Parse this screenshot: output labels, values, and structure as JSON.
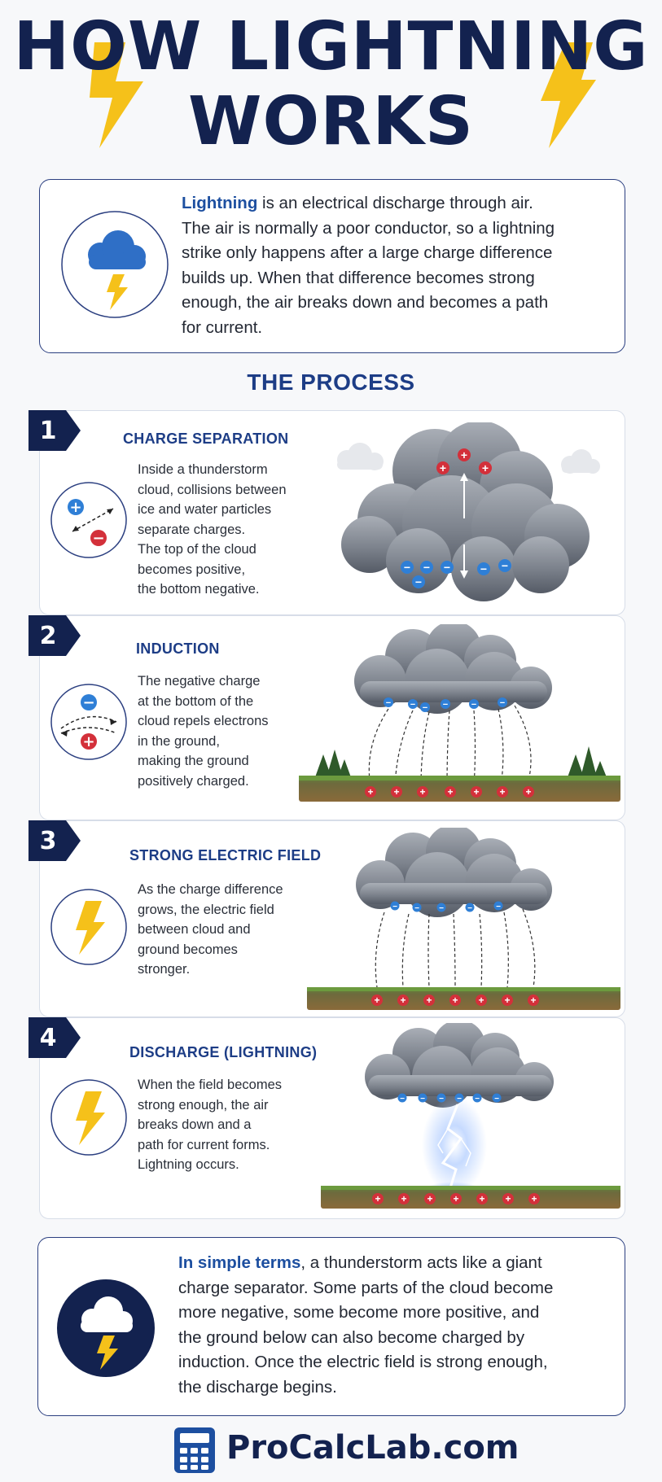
{
  "title": {
    "line1": "HOW LIGHTNING",
    "line2": "WORKS"
  },
  "intro": {
    "lead": "Lightning",
    "lines": [
      " is an electrical discharge through air.",
      "The air is normally a poor conductor, so a lightning",
      "strike only happens after a large charge difference",
      "builds up. When that difference becomes strong",
      "enough, the air breaks down and becomes a path",
      "for current."
    ]
  },
  "process_title": "THE PROCESS",
  "steps": [
    {
      "number": "1",
      "heading": "CHARGE SEPARATION",
      "lines": [
        "Inside a thunderstorm",
        "cloud, collisions between",
        "ice and water particles",
        "separate charges.",
        "The top of the cloud",
        "becomes positive,",
        "the bottom negative."
      ]
    },
    {
      "number": "2",
      "heading": "INDUCTION",
      "lines": [
        "The negative charge",
        "at the bottom of the",
        "cloud repels electrons",
        "in the ground,",
        "making the ground",
        "positively charged."
      ]
    },
    {
      "number": "3",
      "heading": "STRONG ELECTRIC FIELD",
      "lines": [
        "As the charge difference",
        "grows, the electric field",
        "between cloud and",
        "ground becomes",
        "stronger."
      ]
    },
    {
      "number": "4",
      "heading": "DISCHARGE (LIGHTNING)",
      "lines": [
        "When the field becomes",
        "strong enough, the air",
        "breaks down and a",
        "path for current forms.",
        "Lightning occurs."
      ]
    }
  ],
  "summary": {
    "lead": "In simple terms",
    "lines": [
      ", a thunderstorm acts like a giant",
      "charge separator. Some parts of the cloud become",
      "more negative, some become more positive, and",
      "the ground below can also become charged by",
      "induction. Once the electric field is strong enough,",
      "the discharge begins."
    ]
  },
  "footer": {
    "brand": "ProCalcLab.com"
  },
  "symbols": {
    "plus": "+",
    "minus": "−"
  },
  "colors": {
    "navy": "#13224f",
    "accent_blue": "#1d4fa0",
    "bolt_yellow": "#f5c11a",
    "positive_red": "#d3303a",
    "negative_blue": "#2f7fd6"
  }
}
